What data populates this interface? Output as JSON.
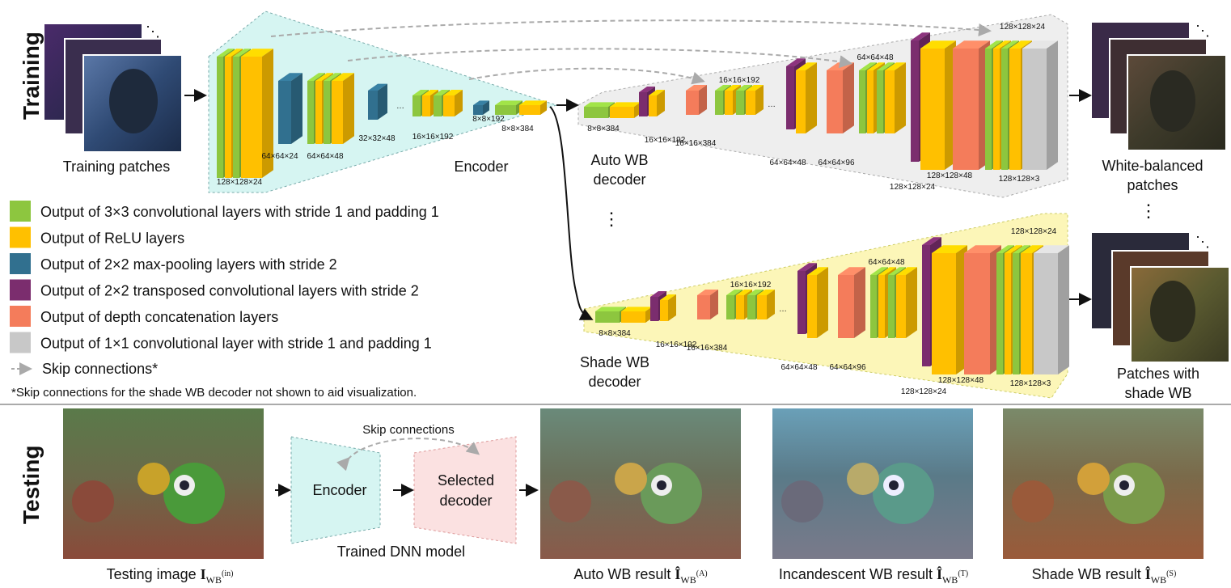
{
  "sections": {
    "training": "Training",
    "testing": "Testing"
  },
  "training": {
    "input_caption": "Training patches",
    "encoder_label": "Encoder",
    "enc_dims": [
      "128×128×24",
      "64×64×24",
      "64×64×48",
      "32×32×48",
      "…",
      "16×16×192",
      "8×8×192",
      "8×8×384"
    ],
    "auto": {
      "label1": "Auto WB",
      "label2": "decoder",
      "dims": [
        "8×8×384",
        "16×16×192",
        "16×16×384",
        "16×16×192",
        "…",
        "64×64×48",
        "64×64×96",
        "64×64×48",
        "128×128×24",
        "128×128×48",
        "128×128×24",
        "128×128×3"
      ]
    },
    "shade": {
      "label1": "Shade WB",
      "label2": "decoder",
      "dims": [
        "8×8×384",
        "16×16×192",
        "16×16×384",
        "16×16×192",
        "…",
        "64×64×48",
        "64×64×96",
        "64×64×48",
        "128×128×24",
        "128×128×48",
        "128×128×24",
        "128×128×3"
      ]
    },
    "out1_caption": [
      "White-balanced",
      "patches"
    ],
    "out2_caption": [
      "Patches with",
      "shade WB"
    ],
    "vdots": "⋮",
    "ddots": "⋱"
  },
  "legend": [
    {
      "color": "#8dc63f",
      "text": "Output of 3×3 convolutional layers with stride 1 and padding 1"
    },
    {
      "color": "#ffc000",
      "text": "Output of ReLU layers"
    },
    {
      "color": "#31708f",
      "text": "Output of 2×2 max-pooling layers with stride 2"
    },
    {
      "color": "#7b2d6e",
      "text": "Output of 2×2 transposed convolutional layers with stride 2"
    },
    {
      "color": "#f47c5b",
      "text": "Output of depth concatenation layers"
    },
    {
      "color": "#c8c8c8",
      "text": "Output of 1×1 convolutional layer with stride 1 and padding 1"
    }
  ],
  "legend_skip": "Skip connections*",
  "footnote": "*Skip connections for the shade WB decoder not shown to aid visualization.",
  "testing": {
    "encoder": "Encoder",
    "decoder1": "Selected",
    "decoder2": "decoder",
    "skip": "Skip connections",
    "model_caption": "Trained DNN model",
    "captions": [
      {
        "text": "Testing image ",
        "sym": "I",
        "sub": "WB",
        "sup": "(in)"
      },
      {
        "text": "Auto WB result ",
        "sym": "Î",
        "sub": "WB",
        "sup": "(A)"
      },
      {
        "text": "Incandescent WB result ",
        "sym": "Î",
        "sub": "WB",
        "sup": "(T)"
      },
      {
        "text": "Shade WB result ",
        "sym": "Î",
        "sub": "WB",
        "sup": "(S)"
      }
    ]
  },
  "colors": {
    "conv": "#8dc63f",
    "relu": "#ffc000",
    "pool": "#31708f",
    "tconv": "#7b2d6e",
    "concat": "#f47c5b",
    "final": "#c8c8c8",
    "encoder_bg": "#d6f5f2",
    "auto_bg": "#eeeeee",
    "shade_bg": "#fcf6b8",
    "dec_test_bg": "#fbe1e1"
  }
}
